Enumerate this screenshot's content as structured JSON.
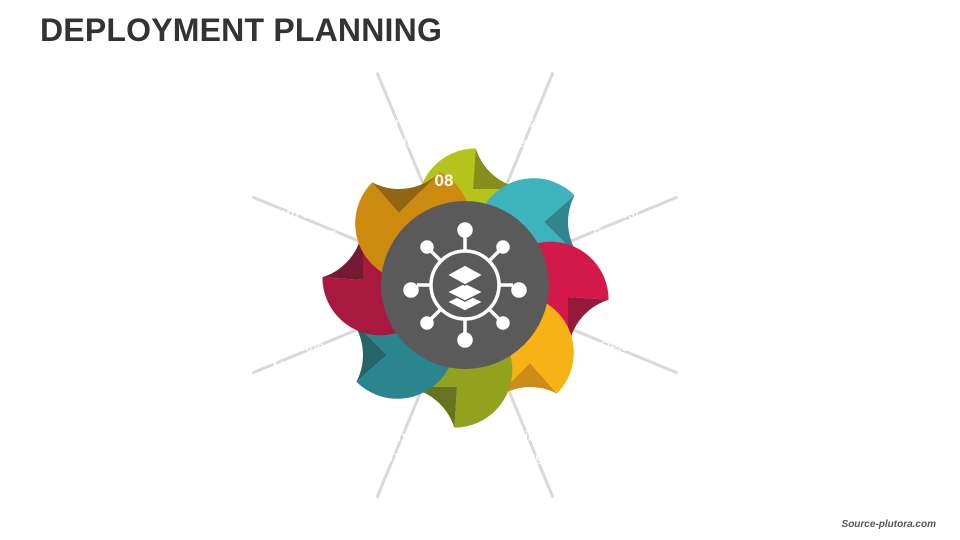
{
  "title": "DEPLOYMENT PLANNING",
  "credit": "Source-plutora.com",
  "center_icon": "network-layers-icon",
  "steps": [
    {
      "number": "01",
      "line1": "Dev & Ops",
      "line2": "Collaborate",
      "color": "#B5C41A",
      "dark": "#7E890F"
    },
    {
      "number": "02",
      "line1": "Test",
      "line2": "Frequently",
      "color": "#3DB3BD",
      "dark": "#257F88"
    },
    {
      "number": "03",
      "line1": "Release",
      "line2": "Strategy",
      "color": "#D4194A",
      "dark": "#8E0F30"
    },
    {
      "number": "04",
      "line1": "Minimize",
      "line2": "Changes",
      "color": "#F7B216",
      "dark": "#C9860A"
    },
    {
      "number": "05",
      "line1": "Automate",
      "line2": "Everything",
      "color": "#93A21E",
      "dark": "#5F6B12"
    },
    {
      "number": "06",
      "line1": "Metric",
      "line2": "Monitoring",
      "color": "#2B858F",
      "dark": "#1B5B62"
    },
    {
      "number": "07",
      "line1": "Warn Before",
      "line2": "Deploying",
      "color": "#A8183F",
      "dark": "#6E0E28"
    },
    {
      "number": "08",
      "line1": "Monitor",
      "line2": "KPIs",
      "color": "#CC8A0E",
      "dark": "#8C5D07"
    }
  ]
}
